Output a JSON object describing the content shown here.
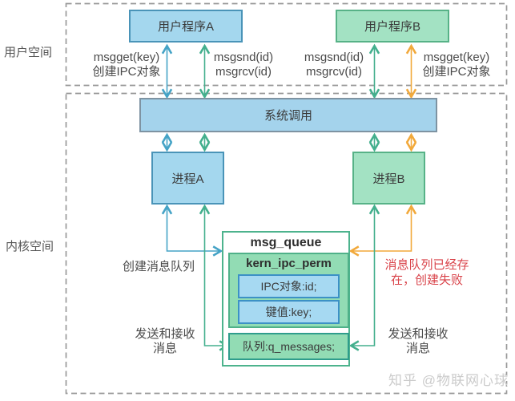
{
  "regions": {
    "user_space_label": "用户空间",
    "kernel_space_label": "内核空间"
  },
  "user_space": {
    "program_a": "用户程序A",
    "program_b": "用户程序B",
    "calls": [
      {
        "line1": "msgget(key)",
        "line2": "创建IPC对象"
      },
      {
        "line1": "msgsnd(id)",
        "line2": "msgrcv(id)"
      },
      {
        "line1": "msgsnd(id)",
        "line2": "msgrcv(id)"
      },
      {
        "line1": "msgget(key)",
        "line2": "创建IPC对象"
      }
    ]
  },
  "syscall_bar": "系统调用",
  "kernel_space": {
    "process_a": "进程A",
    "process_b": "进程B",
    "msg_queue": {
      "title": "msg_queue",
      "kern_ipc_perm": {
        "title": "kern_ipc_perm",
        "fields": [
          "IPC对象:id;",
          "键值:key;"
        ]
      },
      "queue_field": "队列:q_messages;"
    },
    "labels": {
      "create_queue": "创建消息队列",
      "send_receive_left_line1": "发送和接收",
      "send_receive_left_line2": "消息",
      "error_line1": "消息队列已经存",
      "error_line2": "在，创建失败",
      "send_receive_right_line1": "发送和接收",
      "send_receive_right_line2": "消息"
    }
  },
  "watermark": "知乎 @物联网心球",
  "colors": {
    "arrow_teal": "#45a3c6",
    "arrow_green": "#43af8d",
    "arrow_orange": "#f2a93b",
    "dashed_border": "#999999",
    "blue_fill": "#a4d7ee",
    "blue_border": "#4a94b8",
    "green_fill": "#a3e2c3",
    "green_border": "#57b287",
    "kern_fill": "#92dcb4",
    "error_text": "#d9434a"
  }
}
